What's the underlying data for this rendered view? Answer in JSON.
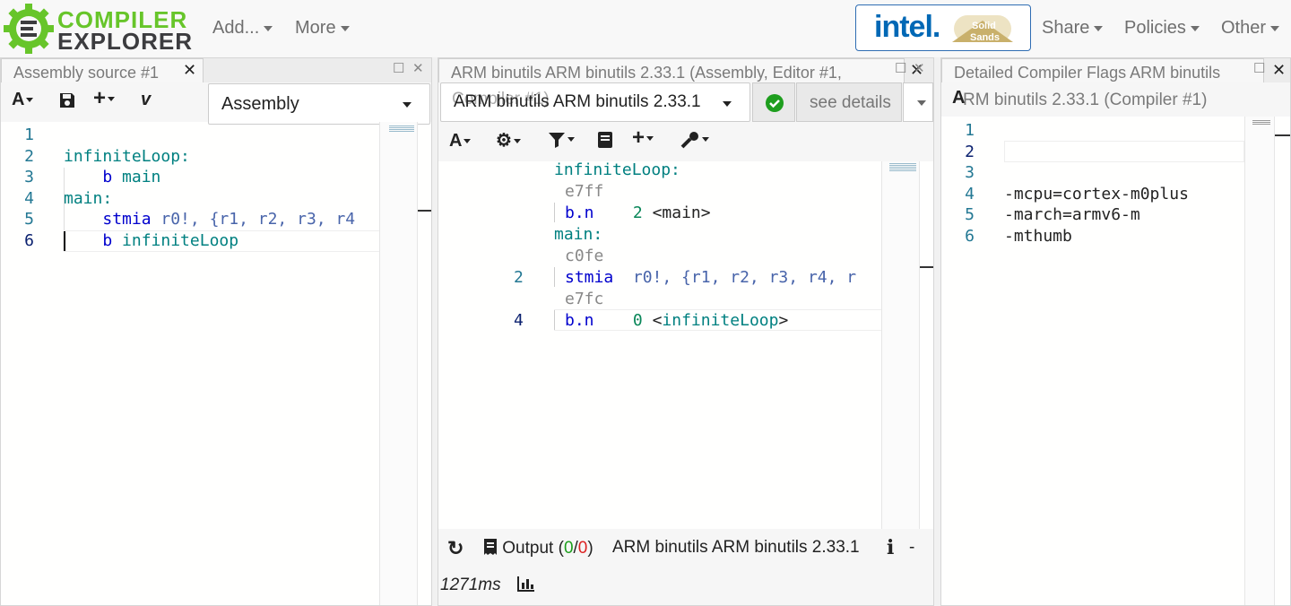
{
  "brand": {
    "line1": "COMPILER",
    "line2": "EXPLORER"
  },
  "nav": {
    "add": "Add...",
    "more": "More",
    "share": "Share",
    "policies": "Policies",
    "other": "Other"
  },
  "sponsor": {
    "intel": "intel.",
    "solid": "Solid",
    "sands": "Sands"
  },
  "pane1": {
    "tab_title": "Assembly source #1",
    "close": "✕",
    "language": "Assembly",
    "line_numbers": [
      "1",
      "2",
      "3",
      "4",
      "5",
      "6"
    ],
    "lines": [
      {
        "a": "infiniteLoop:",
        "b": "",
        "c": ""
      },
      {
        "a": "    ",
        "b": "b",
        "c": " main"
      },
      {
        "a": "main:",
        "b": "",
        "c": ""
      },
      {
        "a": "    ",
        "b": "stmia",
        "c": " r0!, {r1, r2, r3, r4"
      },
      {
        "a": "    ",
        "b": "b",
        "c": " infiniteLoop"
      },
      {
        "a": "",
        "b": "",
        "c": ""
      }
    ]
  },
  "pane2": {
    "tab_title": "ARM binutils ARM binutils 2.33.1 (Assembly, Editor #1,",
    "tab_title_overlap": "Compiler #1)",
    "compiler": "ARM binutils ARM binutils 2.33.1",
    "see_details": "see details",
    "asm": {
      "label1": "infiniteLoop:",
      "op1": "e7ff",
      "instr1": "b.n",
      "args1_num": "2",
      "args1_rest": "<main>",
      "label2": "main:",
      "op2": "c0fe",
      "ln2": "2",
      "instr2": "stmia",
      "args2": "r0!, {r1, r2, r3, r4, r",
      "op3": "e7fc",
      "ln4": "4",
      "instr3": "b.n",
      "args3_num": "0",
      "args3_lt": "<",
      "args3_lbl": "infiniteLoop",
      "args3_gt": ">"
    },
    "status": {
      "output_label": "Output (",
      "ok": "0",
      "slash": "/",
      "err": "0",
      "close_paren": ")",
      "compiler": "ARM binutils ARM binutils 2.33.1",
      "dash": "-",
      "time": "1271ms"
    }
  },
  "pane3": {
    "tab_title": "Detailed Compiler Flags ARM binutils",
    "subtitle_prefix": "A",
    "subtitle": "RM binutils 2.33.1 (Compiler #1)",
    "line_numbers": [
      "1",
      "2",
      "3",
      "4",
      "5",
      "6"
    ],
    "lines": [
      "",
      "",
      "-mcpu=cortex-m0plus",
      "-march=armv6-m",
      "-mthumb",
      ""
    ]
  },
  "colors": {
    "accent": "#67c52a",
    "ok": "#1e9e1e",
    "err": "#d22",
    "link": "#0068b5"
  }
}
